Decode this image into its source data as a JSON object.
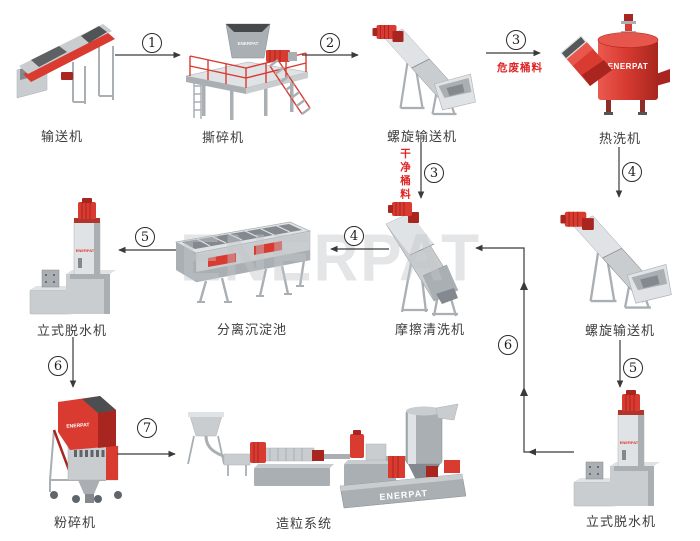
{
  "brand": {
    "text": "ENERPAT",
    "watermark": "ENERPAT"
  },
  "machines": {
    "conveyor": "输送机",
    "shredder": "撕碎机",
    "screw_conveyor_top": "螺旋输送机",
    "hot_washer": "热洗机",
    "vertical_dewater_left": "立式脱水机",
    "separation_tank": "分离沉淀池",
    "friction_washer": "摩擦清洗机",
    "screw_conveyor_right": "螺旋输送机",
    "crusher": "粉碎机",
    "pelletizing_system": "造粒系统",
    "vertical_dewater_bottom": "立式脱水机"
  },
  "steps": {
    "s1": "1",
    "s2": "2",
    "s3a": "3",
    "s3b": "3",
    "s4a": "4",
    "s4b": "4",
    "s5a": "5",
    "s5b": "5",
    "s6a": "6",
    "s6b": "6",
    "s7": "7"
  },
  "annotations": {
    "dirty_drums": "危废桶料",
    "clean_drums": "干净桶料"
  },
  "colors": {
    "red": "#d93b31",
    "red2": "#a8261f",
    "g1": "#c9cdd0",
    "g2": "#a9afb3",
    "g3": "#83898e",
    "g4": "#e0e3e5",
    "ink": "#3a3a3a",
    "note": "#e02424",
    "wm": "#c3c7cb",
    "label": "#3d3d3d"
  }
}
